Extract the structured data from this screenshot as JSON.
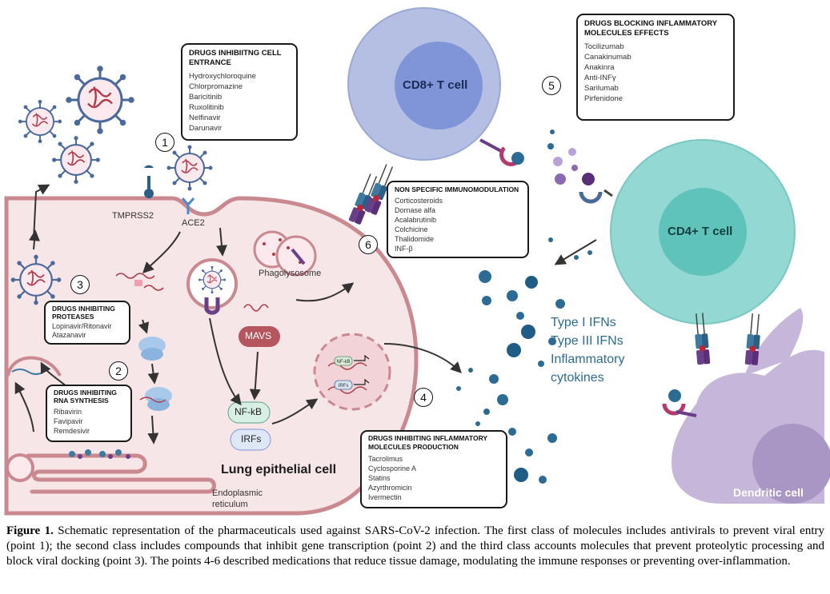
{
  "boxes": {
    "entrance": {
      "title": "DRUGS INHIBIITNG CELL ENTRANCE",
      "items": [
        "Hydroxychloroquine",
        "Chlorpromazine",
        "Baricitinib",
        "Ruxolitinib",
        "Nelfinavir",
        "Darunavir"
      ]
    },
    "inflammatory_effects": {
      "title": "DRUGS BLOCKING INFLAMMATORY MOLECULES  EFFECTS",
      "items": [
        "Tocilizumab",
        "Canakinumab",
        "Anakinra",
        "Anti-INFγ",
        "Sarilumab",
        "Pirfenidone"
      ]
    },
    "immunomodulation": {
      "title": "NON SPECIFIC IMMUNOMODULATION",
      "items": [
        "Corticosteroids",
        "Dornase alfa",
        "Acalabrutinib",
        "Colchicine",
        "Thalidomide",
        "INF-β"
      ]
    },
    "proteases": {
      "title": "DRUGS INHIBITING PROTEASES",
      "items": [
        "Lopinavir/Ritonavir",
        "Atazanavir"
      ]
    },
    "rna_synthesis": {
      "title": "DRUGS INHIBITING RNA SYNTHESIS",
      "items": [
        "Ribavirin",
        "Favipavir",
        "Remdesivir"
      ]
    },
    "production": {
      "title": "DRUGS INHIBITING INFLAMMATORY MOLECULES  PRODUCTION",
      "items": [
        "Tacrolimus",
        "Cyclosporine A",
        "Statins",
        "Azyrthromicin",
        "Ivermectin"
      ]
    }
  },
  "numbers": [
    "1",
    "2",
    "3",
    "4",
    "5",
    "6"
  ],
  "labels": {
    "cd8": "CD8+ T cell",
    "cd4": "CD4+ T cell",
    "tmprss2": "TMPRSS2",
    "ace2": "ACE2",
    "phagolysosome": "Phagolysosome",
    "mavs": "MAVS",
    "nfkb": "NF-kB",
    "irfs": "IRFs",
    "nfkb_small": "NF-kB",
    "irfs_small": "IRFs",
    "lung": "Lung epithelial cell",
    "er_line1": "Endoplasmic",
    "er_line2": "reticulum",
    "dendritic": "Dendritic cell",
    "ifn": [
      "Type I IFNs",
      "Type III IFNs",
      "Inflammatory",
      "cytokines"
    ]
  },
  "caption": {
    "label": "Figure 1.",
    "text": " Schematic representation of the pharmaceuticals used against SARS-CoV-2 infection. The first class of molecules includes antivirals to prevent viral entry (point 1); the second class includes compounds that inhibit gene transcription (point 2) and the third class accounts molecules that prevent proteolytic processing and block viral docking (point 3). The points 4-6 described medications that reduce tissue damage, modulating the immune responses or preventing over-inflammation."
  },
  "colors": {
    "cell_fill": "#f7e6e8",
    "cell_stroke": "#c9898f",
    "cd8_outer": "#b4bfe3",
    "cd8_inner": "#7f95d8",
    "cd4_outer": "#93d8d3",
    "cd4_inner": "#5fc3bb",
    "dendritic": "#c6b6da",
    "ifn_text": "#2c6b93",
    "virus_red": "#b23a48"
  }
}
